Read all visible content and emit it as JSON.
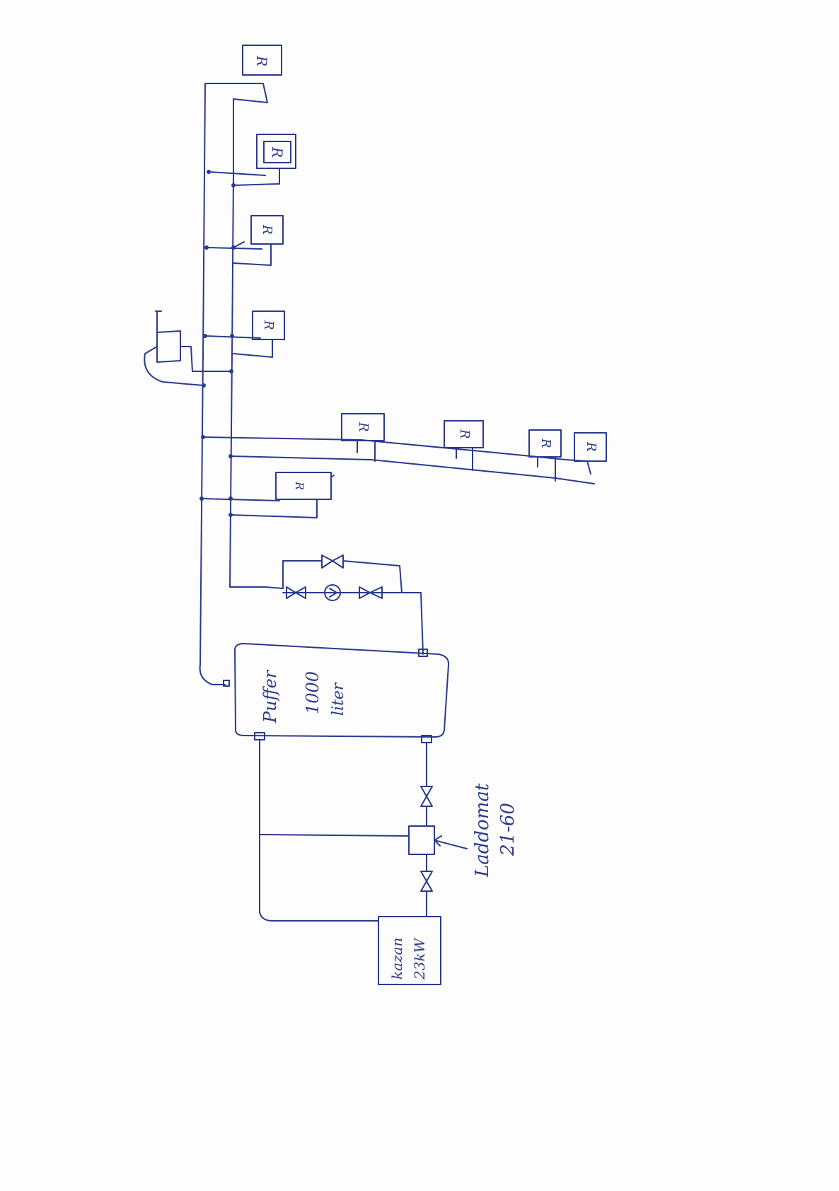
{
  "radiator_label": "R",
  "buffer": {
    "line1": "Puffer",
    "line2": "1000",
    "line3": "liter"
  },
  "boiler": {
    "line1": "kazan",
    "line2": "23kW"
  },
  "mixer": {
    "line1": "Laddomat",
    "line2": "21-60"
  },
  "colors": {
    "ink": "#2b3a8f",
    "paper": "#fdfdfd"
  }
}
